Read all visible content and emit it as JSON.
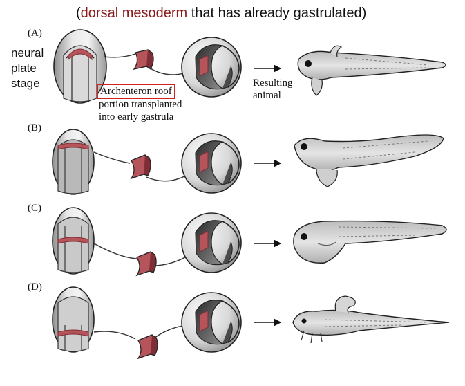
{
  "header": {
    "open_paren": "(",
    "highlight": "dorsal mesoderm",
    "rest": " that has already gastrulated)"
  },
  "side_label": {
    "line1": "neural",
    "line2": "plate",
    "line3": "stage"
  },
  "panels": [
    {
      "letter": "(A)"
    },
    {
      "letter": "(B)"
    },
    {
      "letter": "(C)"
    },
    {
      "letter": "(D)"
    }
  ],
  "caption": {
    "boxed": "Archenteron roof",
    "line2": "portion transplanted",
    "line3": "into early gastrula"
  },
  "result_label": {
    "line1": "Resulting",
    "line2": "animal"
  },
  "colors": {
    "tissue": "#b5545a",
    "tissue_dark": "#7e2e34",
    "highlight_text": "#8a1a1a",
    "caption_border": "#d32020"
  }
}
